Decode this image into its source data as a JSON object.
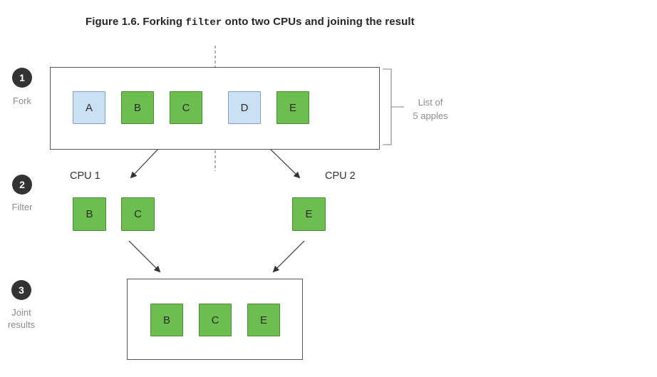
{
  "title": {
    "prefix": "Figure 1.6. Forking ",
    "code": "filter",
    "suffix": " onto two CPUs and joining the result"
  },
  "steps": [
    {
      "number": "1",
      "label": "Fork"
    },
    {
      "number": "2",
      "label": "Filter"
    },
    {
      "number": "3",
      "label": "Joint\nresults"
    }
  ],
  "fork_row": {
    "items": [
      {
        "letter": "A",
        "kind": "blue"
      },
      {
        "letter": "B",
        "kind": "green"
      },
      {
        "letter": "C",
        "kind": "green"
      },
      {
        "letter": "D",
        "kind": "blue"
      },
      {
        "letter": "E",
        "kind": "green"
      }
    ],
    "annotation": "List of\n5 apples"
  },
  "filter_row": {
    "cpu1_label": "CPU 1",
    "cpu2_label": "CPU 2",
    "cpu1_items": [
      {
        "letter": "B",
        "kind": "green"
      },
      {
        "letter": "C",
        "kind": "green"
      }
    ],
    "cpu2_items": [
      {
        "letter": "E",
        "kind": "green"
      }
    ]
  },
  "join_row": {
    "items": [
      {
        "letter": "B",
        "kind": "green"
      },
      {
        "letter": "C",
        "kind": "green"
      },
      {
        "letter": "E",
        "kind": "green"
      }
    ]
  },
  "colors": {
    "green_fill": "#6cbf4f",
    "green_border": "#4a8a38",
    "blue_fill": "#c9e0f5",
    "blue_border": "#84a0b8",
    "box_border": "#555555",
    "gray_line": "#999999",
    "gray_text": "#8c8c8c",
    "circle_bg": "#333333",
    "title_color": "#262626"
  }
}
